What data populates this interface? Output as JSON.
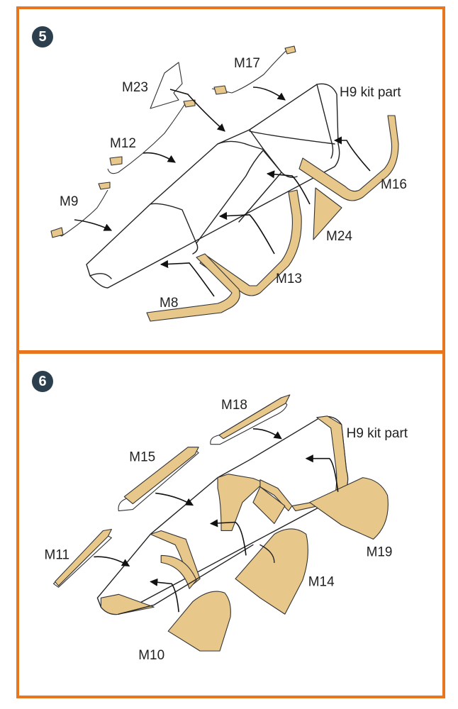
{
  "steps": [
    {
      "number": "5",
      "labels": {
        "m17": "M17",
        "m23": "M23",
        "h9": "H9 kit part",
        "m12": "M12",
        "m16": "M16",
        "m9": "M9",
        "m24": "M24",
        "m13": "M13",
        "m8": "M8"
      }
    },
    {
      "number": "6",
      "labels": {
        "m18": "M18",
        "h9": "H9 kit part",
        "m15": "M15",
        "m11": "M11",
        "m19": "M19",
        "m14": "M14",
        "m10": "M10"
      }
    }
  ],
  "colors": {
    "frame": "#e8761e",
    "badge": "#2b3f4f",
    "mask": "#e8c78a"
  }
}
